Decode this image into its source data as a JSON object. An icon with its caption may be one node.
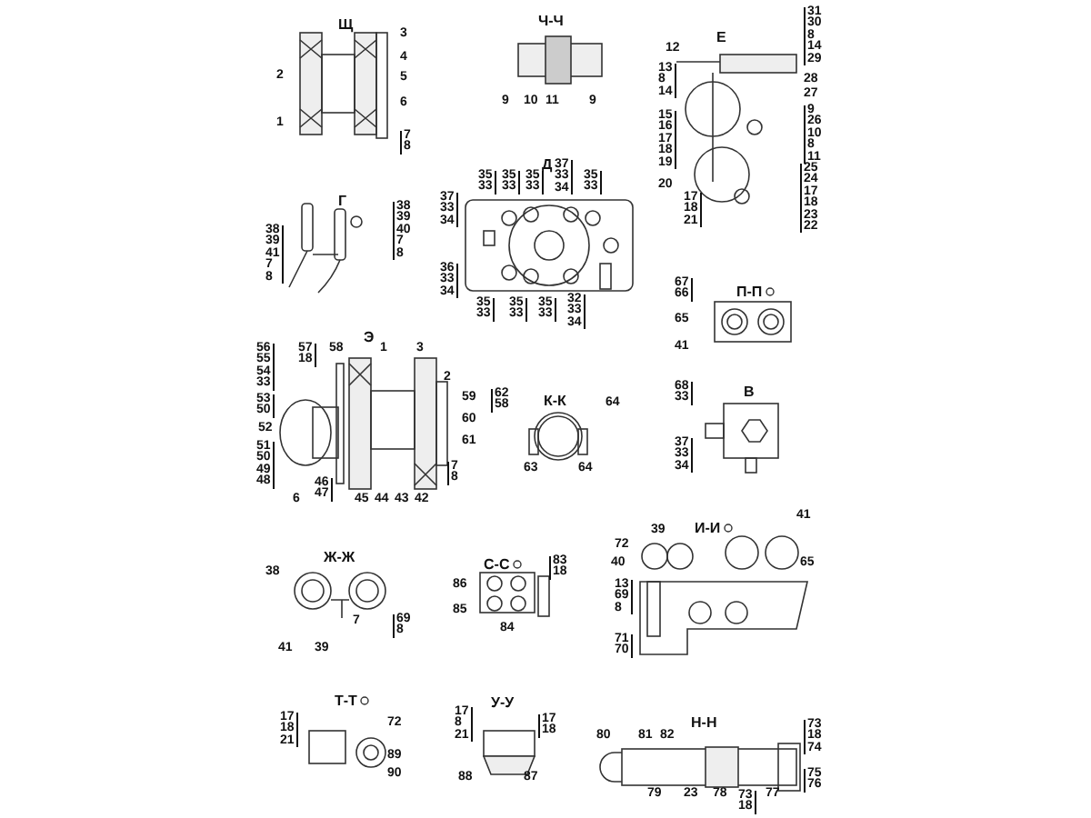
{
  "diagram": {
    "labels": [
      "Щ",
      "3",
      "4",
      "5",
      "6",
      "7",
      "8",
      "2",
      "1",
      "Ч-Ч",
      "9",
      "10",
      "11",
      "9",
      "Е",
      "31",
      "30",
      "8",
      "14",
      "29",
      "12",
      "13",
      "8",
      "14",
      "28",
      "27",
      "9",
      "26",
      "10",
      "8",
      "11",
      "15",
      "16",
      "17",
      "18",
      "19",
      "20",
      "17",
      "18",
      "21",
      "25",
      "24",
      "17",
      "18",
      "23",
      "22",
      "Г",
      "38",
      "39",
      "40",
      "7",
      "8",
      "38",
      "39",
      "41",
      "7",
      "8",
      "Д",
      "35",
      "33",
      "35",
      "33",
      "35",
      "33",
      "37",
      "33",
      "34",
      "35",
      "33",
      "37",
      "33",
      "34",
      "36",
      "33",
      "34",
      "35",
      "33",
      "35",
      "33",
      "35",
      "33",
      "32",
      "33",
      "34",
      "Э",
      "56",
      "55",
      "54",
      "33",
      "57",
      "18",
      "58",
      "1",
      "3",
      "2",
      "53",
      "50",
      "59",
      "62",
      "58",
      "60",
      "52",
      "61",
      "51",
      "50",
      "49",
      "48",
      "7",
      "8",
      "46",
      "47",
      "6",
      "45",
      "44",
      "43",
      "42",
      "К-К",
      "64",
      "63",
      "64",
      "П-П",
      "67",
      "66",
      "65",
      "41",
      "В",
      "68",
      "33",
      "37",
      "33",
      "34",
      "И-И",
      "41",
      "39",
      "72",
      "40",
      "65",
      "13",
      "69",
      "8",
      "71",
      "70",
      "Ж-Ж",
      "38",
      "7",
      "69",
      "8",
      "41",
      "39",
      "С-С",
      "83",
      "18",
      "86",
      "85",
      "84",
      "Т-Т",
      "17",
      "18",
      "21",
      "72",
      "89",
      "90",
      "У-У",
      "17",
      "8",
      "21",
      "17",
      "18",
      "88",
      "87",
      "Н-Н",
      "80",
      "81",
      "82",
      "73",
      "18",
      "74",
      "75",
      "76",
      "73",
      "18",
      "79",
      "23",
      "78",
      "77"
    ]
  }
}
